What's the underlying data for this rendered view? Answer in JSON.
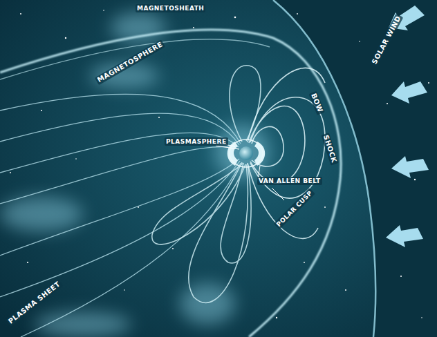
{
  "diagram": {
    "labels": [
      "MAGNETOSHEATH",
      "MAGNETOSPHERE",
      "BOW",
      "SHOCK",
      "SOLAR WIND",
      "PLASMASPHERE",
      "VAN ALLEN BELT",
      "POLAR CUSP",
      "PLASMA SHEET"
    ]
  }
}
